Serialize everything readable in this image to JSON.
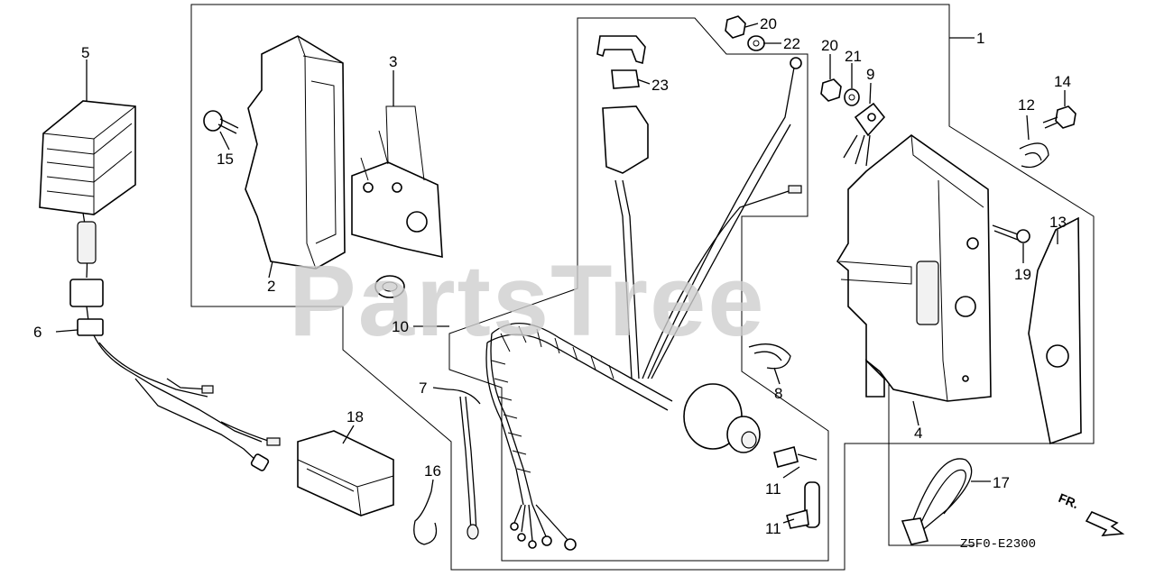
{
  "watermark": "PartsTree",
  "diagram_code": "Z5F0-E2300",
  "front_indicator": "FR.",
  "callouts": [
    {
      "id": "p1",
      "label": "1"
    },
    {
      "id": "p2",
      "label": "2"
    },
    {
      "id": "p3",
      "label": "3"
    },
    {
      "id": "p4",
      "label": "4"
    },
    {
      "id": "p5",
      "label": "5"
    },
    {
      "id": "p6",
      "label": "6"
    },
    {
      "id": "p7",
      "label": "7"
    },
    {
      "id": "p8",
      "label": "8"
    },
    {
      "id": "p9",
      "label": "9"
    },
    {
      "id": "p10",
      "label": "10"
    },
    {
      "id": "p11a",
      "label": "11"
    },
    {
      "id": "p11b",
      "label": "11"
    },
    {
      "id": "p12",
      "label": "12"
    },
    {
      "id": "p13",
      "label": "13"
    },
    {
      "id": "p14",
      "label": "14"
    },
    {
      "id": "p15",
      "label": "15"
    },
    {
      "id": "p16",
      "label": "16"
    },
    {
      "id": "p17",
      "label": "17"
    },
    {
      "id": "p18",
      "label": "18"
    },
    {
      "id": "p19",
      "label": "19"
    },
    {
      "id": "p20a",
      "label": "20"
    },
    {
      "id": "p20b",
      "label": "20"
    },
    {
      "id": "p21",
      "label": "21"
    },
    {
      "id": "p22",
      "label": "22"
    },
    {
      "id": "p23",
      "label": "23"
    }
  ]
}
